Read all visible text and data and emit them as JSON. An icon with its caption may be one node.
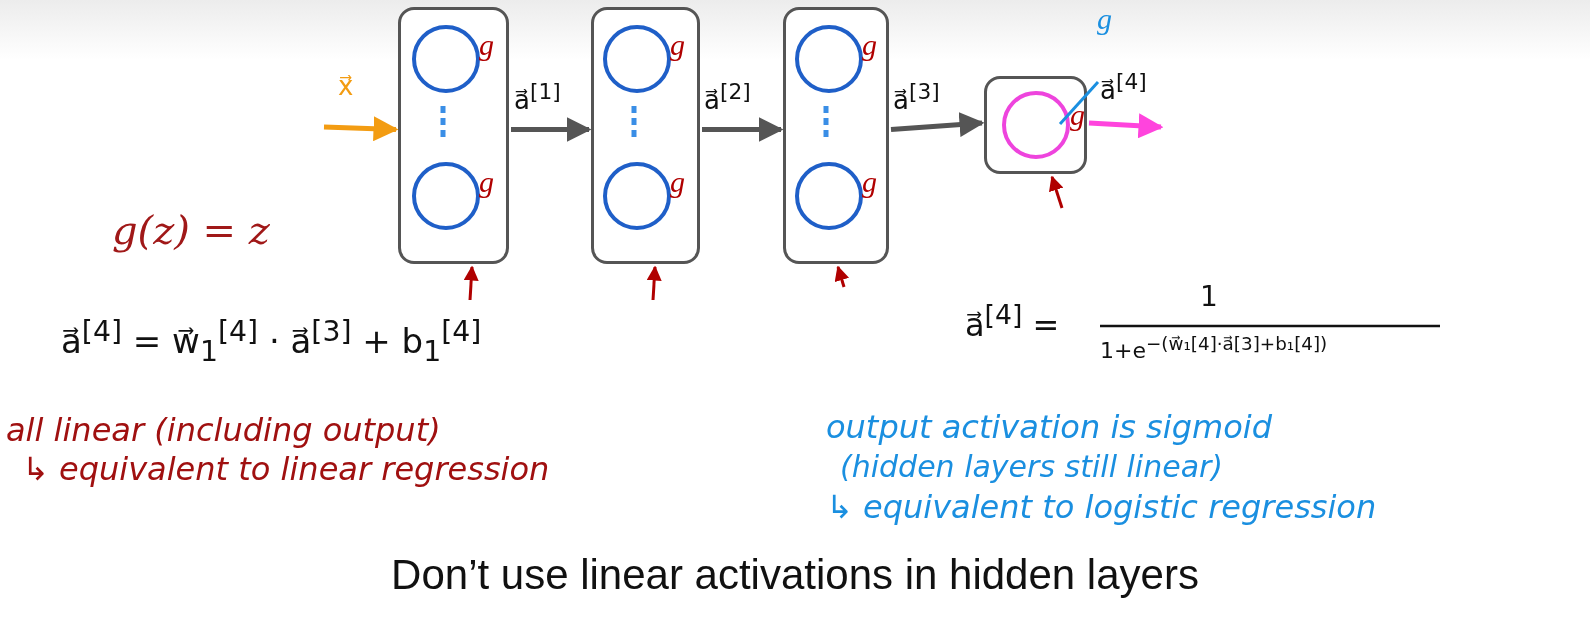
{
  "diagram": {
    "caption": "Don’t use linear activations in hidden layers",
    "nodes": [
      {
        "text": [],
        "shape": "box"
      },
      {
        "text": [],
        "shape": "circle",
        "in": 0,
        "beside": [
          "g"
        ]
      },
      {
        "text": [],
        "shape": "circle",
        "in": 0,
        "beside": [
          "g"
        ]
      },
      {
        "text": [],
        "shape": "box"
      },
      {
        "text": [],
        "shape": "circle",
        "in": 3,
        "beside": [
          "g"
        ]
      },
      {
        "text": [],
        "shape": "circle",
        "in": 3,
        "beside": [
          "g"
        ]
      },
      {
        "text": [],
        "shape": "box"
      },
      {
        "text": [],
        "shape": "circle",
        "in": 6,
        "beside": [
          "g"
        ]
      },
      {
        "text": [],
        "shape": "circle",
        "in": 6,
        "beside": [
          "g"
        ]
      },
      {
        "text": [],
        "shape": "box"
      },
      {
        "text": [],
        "shape": "circle",
        "in": 9,
        "beside": [
          "g",
          "g"
        ]
      }
    ],
    "edges": [
      {
        "from": null,
        "to": 0,
        "arrow": "to",
        "label": "x⃗",
        "color": "#f39c12"
      },
      {
        "from": 0,
        "to": 3,
        "arrow": "to",
        "label": "a⃗$^{[1]}$",
        "color": "#555555"
      },
      {
        "from": 3,
        "to": 6,
        "arrow": "to",
        "label": "a⃗$^{[2]}$",
        "color": "#555555"
      },
      {
        "from": 6,
        "to": 9,
        "arrow": "to",
        "label": "a⃗$^{[3]}$",
        "color": "#555555"
      },
      {
        "from": 9,
        "to": null,
        "arrow": "to",
        "label": "a⃗$^{[4]}$",
        "color": "#ff44dd"
      },
      {
        "from": null,
        "to": 0,
        "arrow": "to",
        "color": "#b00000"
      },
      {
        "from": null,
        "to": 3,
        "arrow": "to",
        "color": "#b00000"
      },
      {
        "from": null,
        "to": 6,
        "arrow": "to",
        "color": "#b00000"
      },
      {
        "from": null,
        "to": 9,
        "arrow": "to",
        "color": "#b00000"
      }
    ],
    "labels": [
      "g(z) = z",
      "a⃗$^{[4]}$ = w⃗$_{1}$$^{[4]}$ · a⃗$^{[3]}$ + b$_{1}$$^{[4]}$",
      "a⃗$^{[4]}$ =",
      "1",
      "1+e$^{−(w⃗₁[4]·a⃗[3]+b₁[4])}$",
      "all linear (including output)",
      "↳ equivalent to linear regression",
      "output activation is sigmoid",
      "(hidden layers still linear)",
      "↳ equivalent to logistic regression"
    ]
  }
}
